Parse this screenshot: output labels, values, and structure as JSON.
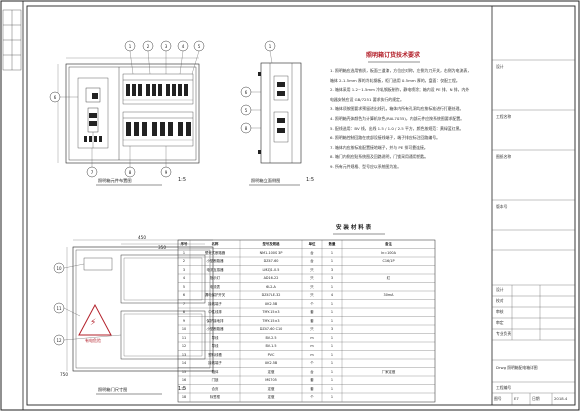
{
  "notes": {
    "title": "照明箱订货技术要求",
    "items": [
      "1. 照明箱应选用铁质，板面三道漆，方位应对称，左侧为刀开关，右侧为电流表，",
      "   箱体 2-1.5mm 厚的冷轧钢板，柜门选用 0.5mm 厚的，盘面：仅配工程。",
      "2. 箱体采用 1.2~1.5mm 冷轧钢板制作，静电喷涂；箱内设 PE 排、N 排，内外",
      "   电器安装应设 GB/7251 要求执行的规定。",
      "3. 箱体须按图要求预留进出线孔，箱体内所有孔洞均应按标准进行打磨处理。",
      "4. 照明箱壳体颜色为计算机灰色(RAL7035)，内部元件应按系统图要求配置。",
      "5. 配线选用：BV 线，出线 1.5 / 1.0 / 2.5 平方，颜色按规范：黄绿蓝红黑。",
      "6. 照明箱控制回路在底部设接线端子，端子排应标注回路编号。",
      "7. 箱体内应按标准配置接地端子，并与 PE 排可靠连接。",
      "8. 箱门内侧应贴系统图及回路说明，门锁采用通用钥匙。",
      "9. 所有元件规格、型号应以系统图为准。"
    ]
  },
  "captions": {
    "front_view": "照明箱元件布置图",
    "front_scale": "1:5",
    "side_view": "照明箱立面侧图",
    "side_scale": "1:5",
    "door_view": "照明箱门尺寸图",
    "door_scale": "1:5"
  },
  "warning": {
    "symbol": "⚡",
    "text": "有电危险"
  },
  "callouts": {
    "front_top": [
      "1",
      "2",
      "3",
      "4",
      "5"
    ],
    "front_left": [
      "6"
    ],
    "front_bottom": [
      "7",
      "8",
      "9"
    ],
    "side": [
      "1",
      "6",
      "5",
      "8"
    ],
    "door": [
      "10",
      "11",
      "12"
    ]
  },
  "dimensions": {
    "door_width": "450",
    "door_inner": "350",
    "door_height": "750"
  },
  "material_table": {
    "title": "安 装 材 料 表",
    "headers": [
      "序号",
      "名称",
      "型号及规格",
      "单位",
      "数量",
      "备注"
    ],
    "rows": [
      [
        "1",
        "塑壳式断路器",
        "NM1-100S 3P",
        "台",
        "1",
        "In=100A"
      ],
      [
        "2",
        "小型断路器",
        "DZ47-60",
        "台",
        "1",
        "C16/1P"
      ],
      [
        "3",
        "电流互感器",
        "LMZJ1-0.5",
        "只",
        "3",
        ""
      ],
      [
        "4",
        "指示灯",
        "AD16-22",
        "只",
        "3",
        "红"
      ],
      [
        "5",
        "电流表",
        "6L2-A",
        "只",
        "1",
        ""
      ],
      [
        "6",
        "漏电保护开关",
        "DZ47LE-32",
        "只",
        "4",
        "30mA"
      ],
      [
        "7",
        "接线端子",
        "UK2.5B",
        "个",
        "1",
        ""
      ],
      [
        "8",
        "中性线排",
        "TMY-15×3",
        "套",
        "1",
        ""
      ],
      [
        "9",
        "保护接地排",
        "TMY-15×3",
        "套",
        "1",
        ""
      ],
      [
        "10",
        "小型断路器",
        "DZ47-60 C10",
        "只",
        "3",
        ""
      ],
      [
        "11",
        "导线",
        "BV-2.5",
        "m",
        "1",
        ""
      ],
      [
        "12",
        "导线",
        "BV-1.5",
        "m",
        "1",
        ""
      ],
      [
        "13",
        "塑料线槽",
        "PVC",
        "m",
        "1",
        ""
      ],
      [
        "14",
        "接线端子",
        "UK2.5B",
        "个",
        "1",
        ""
      ],
      [
        "15",
        "箱体",
        "定做",
        "台",
        "1",
        "厂家定做"
      ],
      [
        "16",
        "门锁",
        "MS705",
        "套",
        "1",
        ""
      ],
      [
        "17",
        "合页",
        "定做",
        "套",
        "1",
        ""
      ],
      [
        "18",
        "标签框",
        "定做",
        "个",
        "1",
        ""
      ]
    ]
  },
  "titleblock": {
    "upper_labels": [
      "设计",
      "工程名称",
      "图纸名称",
      "版本号"
    ],
    "drawing_name": "Drwg 照明箱配电箱详图",
    "roles": [
      "设计",
      "校对",
      "审核",
      "审定",
      "专业负责"
    ],
    "sheet_no": "工程编号",
    "footer": [
      "图号",
      "E7",
      "日期",
      "2018.4"
    ]
  }
}
